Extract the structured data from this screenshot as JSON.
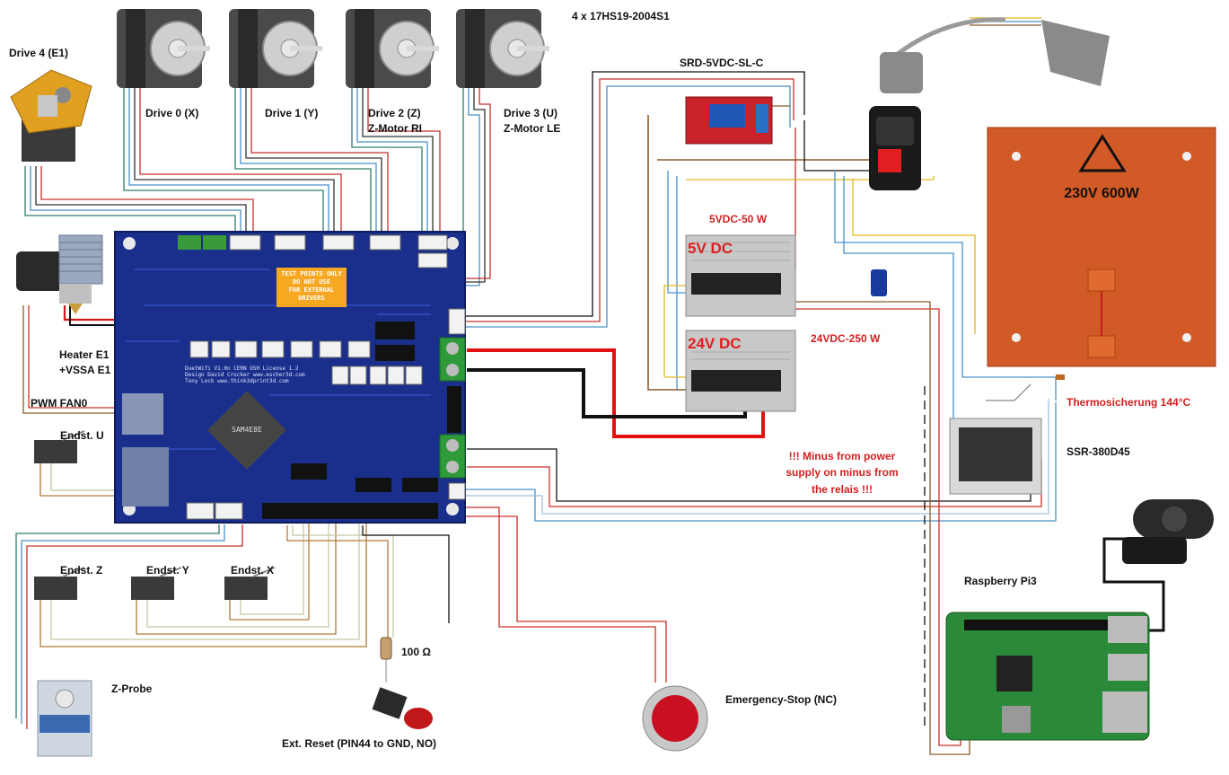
{
  "diagram": {
    "motor_model": "4 x 17HS19-2004S1",
    "relay_model": "SRD-5VDC-SL-C",
    "psu_5v_label": "5VDC-50 W",
    "psu_5v_face": "5V DC",
    "psu_24v_label": "24VDC-250 W",
    "psu_24v_face": "24V DC",
    "heatbed": "230V 600W",
    "thermal_fuse": "Thermosicherung 144°C",
    "ssr": "SSR-380D45",
    "raspberry": "Raspberry Pi3",
    "emergency": "Emergency-Stop (NC)",
    "resistor": "100 Ω",
    "reset": "Ext. Reset (PIN44 to GND, NO)",
    "zprobe": "Z-Probe",
    "warning": [
      "!!! Minus from power",
      "supply on minus from",
      "the relais !!!"
    ],
    "drives": [
      {
        "line1": "Drive 0 (X)",
        "line2": ""
      },
      {
        "line1": "Drive 1 (Y)",
        "line2": ""
      },
      {
        "line1": "Drive 2 (Z)",
        "line2": "Z-Motor RI"
      },
      {
        "line1": "Drive 3 (U)",
        "line2": "Z-Motor LE"
      }
    ],
    "drive4": "Drive 4 (E1)",
    "heater": [
      "Heater E1",
      "+VSSA E1"
    ],
    "pwm_fan": "PWM FAN0",
    "endstops": {
      "u": "Endst. U",
      "z": "Endst.  Z",
      "y": "Endst.  Y",
      "x": "Endst.  X"
    },
    "board": {
      "test_points": [
        "TEST POINTS ONLY",
        "DO NOT USE",
        "FOR EXTERNAL",
        "DRIVERS"
      ],
      "silk": [
        "DuetWifi V1.0n CERN OSH License 1.2",
        "Design David Crocker www.escher3d.com",
        "Tony Lock www.think3dprint3d.com"
      ],
      "chip": "SAM4E8E"
    }
  }
}
